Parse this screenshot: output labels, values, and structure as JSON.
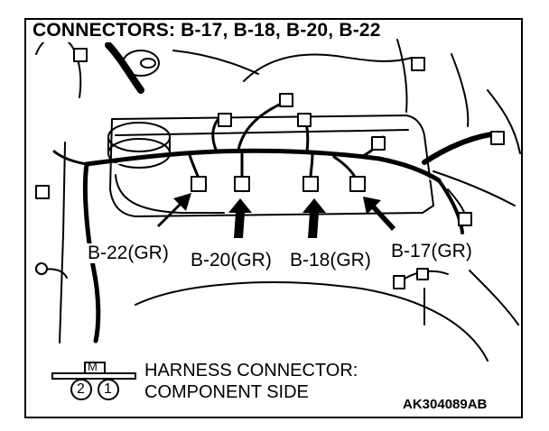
{
  "title": "CONNECTORS: B-17, B-18, B-20, B-22",
  "connector_labels": {
    "b22": "B-22(GR)",
    "b20": "B-20(GR)",
    "b18": "B-18(GR)",
    "b17": "B-17(GR)"
  },
  "legend": {
    "marker": "M",
    "pins": [
      "2",
      "1"
    ],
    "line1": "HARNESS CONNECTOR:",
    "line2": "COMPONENT SIDE"
  },
  "code": "AK304089AB"
}
